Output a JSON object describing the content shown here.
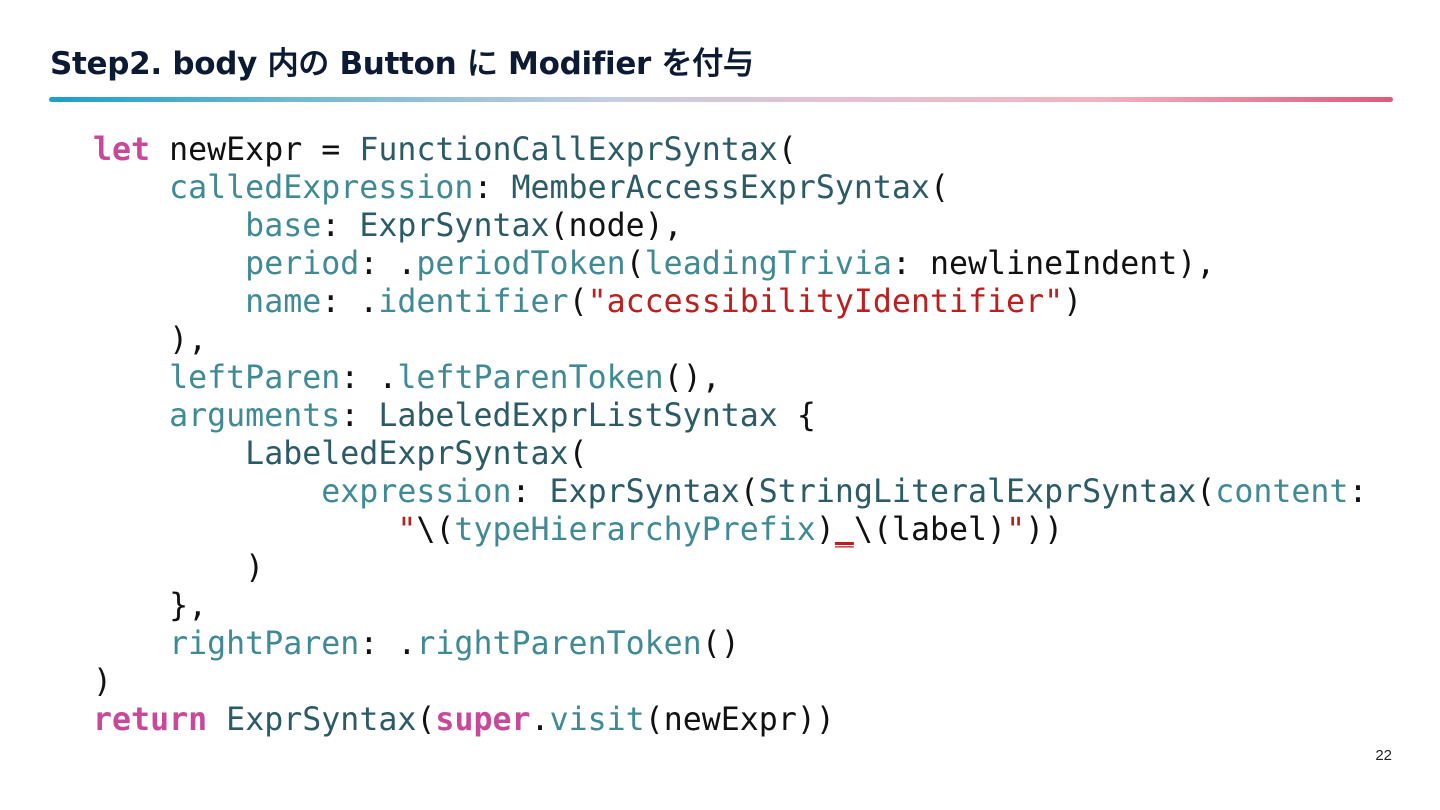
{
  "slide": {
    "title": "Step2. body 内の Button に Modifier を付与",
    "page_number": "22"
  },
  "code": {
    "language": "swift",
    "lines": [
      [
        {
          "k": "kw",
          "t": "let"
        },
        {
          "k": "pl",
          "t": " newExpr = "
        },
        {
          "k": "ty",
          "t": "FunctionCallExprSyntax"
        },
        {
          "k": "pl",
          "t": "("
        }
      ],
      [
        {
          "k": "pl",
          "t": "    "
        },
        {
          "k": "lb",
          "t": "calledExpression"
        },
        {
          "k": "pl",
          "t": ": "
        },
        {
          "k": "ty",
          "t": "MemberAccessExprSyntax"
        },
        {
          "k": "pl",
          "t": "("
        }
      ],
      [
        {
          "k": "pl",
          "t": "        "
        },
        {
          "k": "lb",
          "t": "base"
        },
        {
          "k": "pl",
          "t": ": "
        },
        {
          "k": "ty",
          "t": "ExprSyntax"
        },
        {
          "k": "pl",
          "t": "(node),"
        }
      ],
      [
        {
          "k": "pl",
          "t": "        "
        },
        {
          "k": "lb",
          "t": "period"
        },
        {
          "k": "pl",
          "t": ": ."
        },
        {
          "k": "lb",
          "t": "periodToken"
        },
        {
          "k": "pl",
          "t": "("
        },
        {
          "k": "lb",
          "t": "leadingTrivia"
        },
        {
          "k": "pl",
          "t": ": newlineIndent),"
        }
      ],
      [
        {
          "k": "pl",
          "t": "        "
        },
        {
          "k": "lb",
          "t": "name"
        },
        {
          "k": "pl",
          "t": ": ."
        },
        {
          "k": "lb",
          "t": "identifier"
        },
        {
          "k": "pl",
          "t": "("
        },
        {
          "k": "st",
          "t": "\"accessibilityIdentifier\""
        },
        {
          "k": "pl",
          "t": ")"
        }
      ],
      [
        {
          "k": "pl",
          "t": "    ),"
        }
      ],
      [
        {
          "k": "pl",
          "t": "    "
        },
        {
          "k": "lb",
          "t": "leftParen"
        },
        {
          "k": "pl",
          "t": ": ."
        },
        {
          "k": "lb",
          "t": "leftParenToken"
        },
        {
          "k": "pl",
          "t": "(),"
        }
      ],
      [
        {
          "k": "pl",
          "t": "    "
        },
        {
          "k": "lb",
          "t": "arguments"
        },
        {
          "k": "pl",
          "t": ": "
        },
        {
          "k": "ty",
          "t": "LabeledExprListSyntax"
        },
        {
          "k": "pl",
          "t": " {"
        }
      ],
      [
        {
          "k": "pl",
          "t": "        "
        },
        {
          "k": "ty",
          "t": "LabeledExprSyntax"
        },
        {
          "k": "pl",
          "t": "("
        }
      ],
      [
        {
          "k": "pl",
          "t": "            "
        },
        {
          "k": "lb",
          "t": "expression"
        },
        {
          "k": "pl",
          "t": ": "
        },
        {
          "k": "ty",
          "t": "ExprSyntax"
        },
        {
          "k": "pl",
          "t": "("
        },
        {
          "k": "ty",
          "t": "StringLiteralExprSyntax"
        },
        {
          "k": "pl",
          "t": "("
        },
        {
          "k": "lb",
          "t": "content"
        },
        {
          "k": "pl",
          "t": ":"
        }
      ],
      [
        {
          "k": "pl",
          "t": "                "
        },
        {
          "k": "st",
          "t": "\""
        },
        {
          "k": "pl",
          "t": "\\("
        },
        {
          "k": "lb",
          "t": "typeHierarchyPrefix"
        },
        {
          "k": "pl",
          "t": ")"
        },
        {
          "k": "us",
          "t": "_"
        },
        {
          "k": "pl",
          "t": "\\(label)"
        },
        {
          "k": "st",
          "t": "\""
        },
        {
          "k": "pl",
          "t": "))"
        }
      ],
      [
        {
          "k": "pl",
          "t": "        )"
        }
      ],
      [
        {
          "k": "pl",
          "t": "    },"
        }
      ],
      [
        {
          "k": "pl",
          "t": "    "
        },
        {
          "k": "lb",
          "t": "rightParen"
        },
        {
          "k": "pl",
          "t": ": ."
        },
        {
          "k": "lb",
          "t": "rightParenToken"
        },
        {
          "k": "pl",
          "t": "()"
        }
      ],
      [
        {
          "k": "pl",
          "t": ")"
        }
      ],
      [
        {
          "k": "kw",
          "t": "return"
        },
        {
          "k": "pl",
          "t": " "
        },
        {
          "k": "ty",
          "t": "ExprSyntax"
        },
        {
          "k": "pl",
          "t": "("
        },
        {
          "k": "kw",
          "t": "super"
        },
        {
          "k": "pl",
          "t": "."
        },
        {
          "k": "lb",
          "t": "visit"
        },
        {
          "k": "pl",
          "t": "(newExpr))"
        }
      ]
    ]
  }
}
